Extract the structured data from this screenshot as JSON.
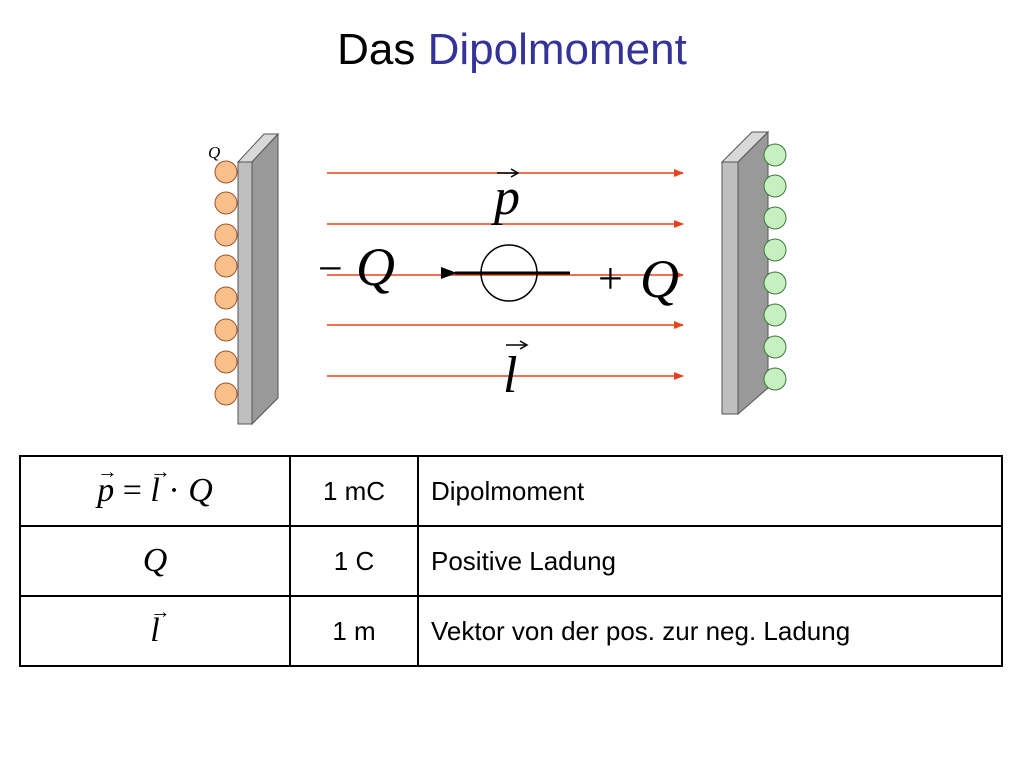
{
  "title": {
    "prefix": "Das",
    "accent": "Dipolmoment"
  },
  "colors": {
    "title_accent": "#333399",
    "field_line": "#e8431a",
    "negative_charge": "#f9c08c",
    "positive_charge": "#c6f0c0",
    "plate_front": "#bfbfbf",
    "plate_side": "#999999"
  },
  "diagram": {
    "plate_label": "Q",
    "vector_p": "p",
    "vector_l": "l",
    "negative_charge_label": {
      "sign": "−",
      "symbol": "Q"
    },
    "positive_charge_label": {
      "sign": "+",
      "symbol": "Q"
    }
  },
  "table": {
    "rows": [
      {
        "formula": {
          "p": "p",
          "eq": "=",
          "l": "l",
          "dot": "·",
          "q": "Q"
        },
        "value": "1 mC",
        "description": "Dipolmoment"
      },
      {
        "formula": {
          "q": "Q"
        },
        "value": "1 C",
        "description": "Positive Ladung"
      },
      {
        "formula": {
          "l": "l"
        },
        "value": "1 m",
        "description": "Vektor von der pos. zur neg. Ladung"
      }
    ]
  }
}
